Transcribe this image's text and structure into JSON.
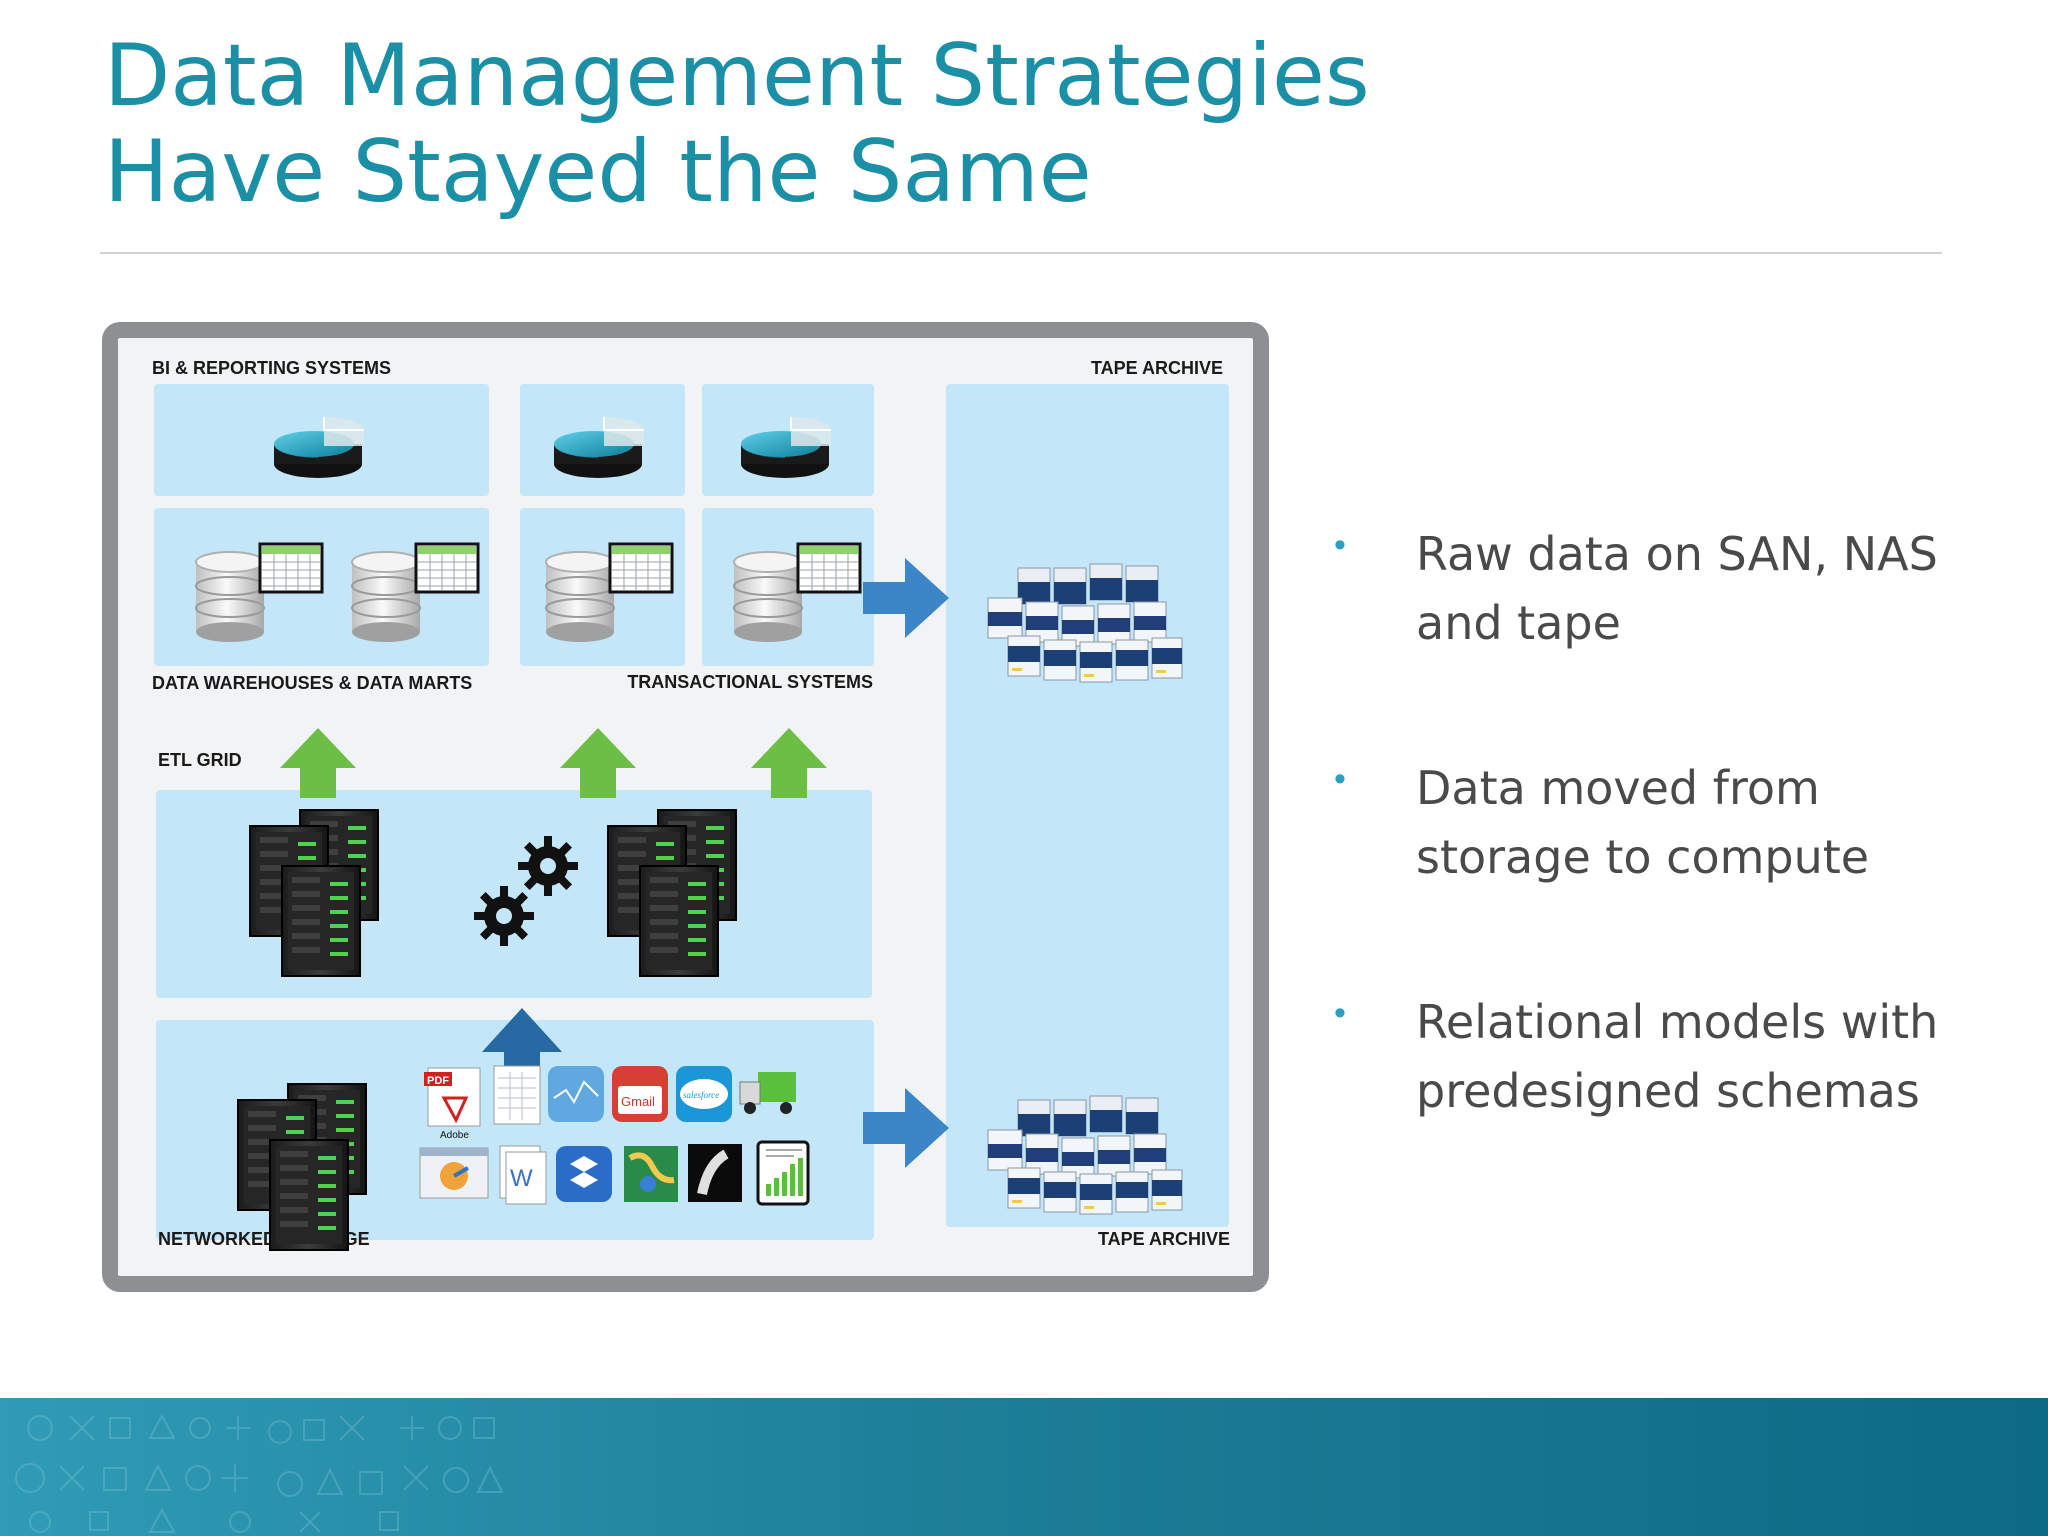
{
  "title": {
    "line1": "Data Management Strategies",
    "line2": "Have Stayed the Same"
  },
  "diagram": {
    "labels": {
      "bi_reporting": "BI & REPORTING SYSTEMS",
      "tape_archive_top": "TAPE ARCHIVE",
      "data_warehouses": "DATA WAREHOUSES & DATA MARTS",
      "transactional": "TRANSACTIONAL SYSTEMS",
      "etl_grid": "ETL GRID",
      "networked_storage": "NETWORKED STORAGE",
      "tape_archive_bottom": "TAPE ARCHIVE"
    },
    "icon_badges": {
      "pdf": "PDF",
      "adobe": "Adobe",
      "gmail": "Gmail",
      "salesforce": "salesforce"
    },
    "colors": {
      "panel": "#c3e6f8",
      "frame": "#8d8f92",
      "green_arrow": "#6cbf45",
      "blue_arrow": "#3c86c8",
      "dark_blue_arrow": "#2769a3"
    }
  },
  "bullets": [
    {
      "line1": "Raw data on SAN, NAS",
      "line2": "and tape"
    },
    {
      "line1": "Data moved from",
      "line2": "storage to compute"
    },
    {
      "line1": "Relational models with",
      "line2": "predesigned schemas"
    }
  ],
  "colors": {
    "title": "#1a8fa6",
    "bullet_dot": "#2aa0bd",
    "bullet_text": "#4a4a4a",
    "footer": "#1e7f99"
  }
}
